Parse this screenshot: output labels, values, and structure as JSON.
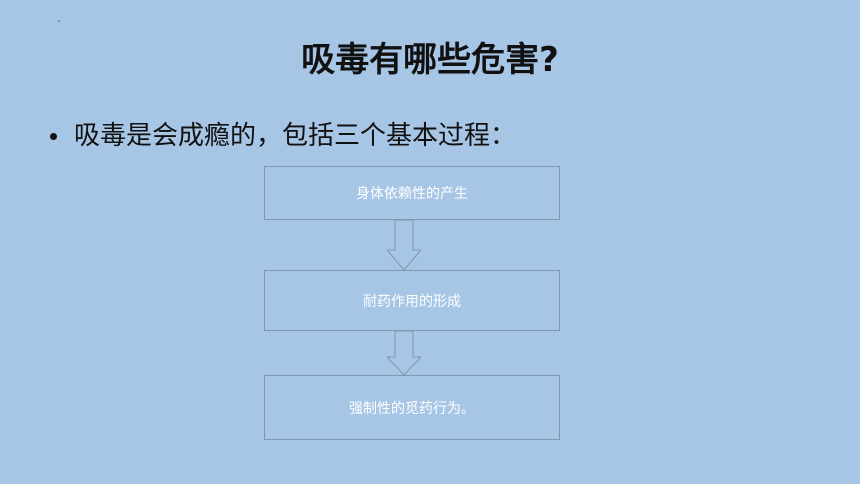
{
  "slide": {
    "title": "吸毒有哪些危害?",
    "bullet": "吸毒是会成瘾的，包括三个基本过程：",
    "steps": [
      "身体依赖性的产生",
      "耐药作用的形成",
      "强制性的觅药行为。"
    ]
  },
  "colors": {
    "background": "#a7c5e5",
    "box_border": "#7f96ad",
    "box_text": "#ffffff",
    "heading_text": "#111111"
  }
}
